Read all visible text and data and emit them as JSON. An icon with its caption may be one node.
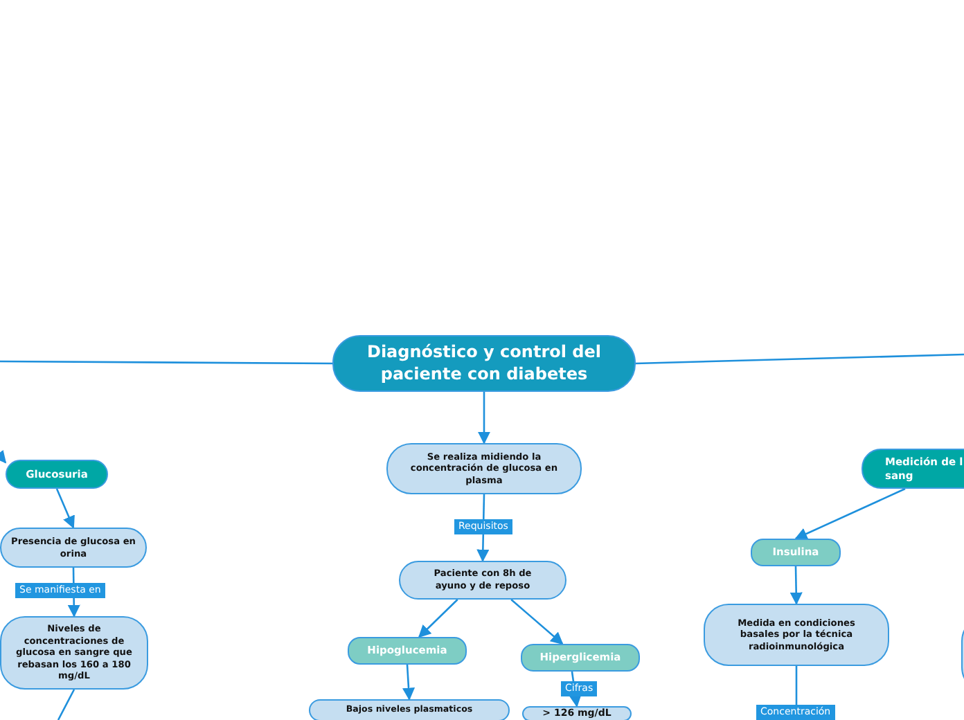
{
  "diagram": {
    "nodes": [
      {
        "text": [
          "Diagnóstico y control del paciente con diabetes"
        ]
      },
      {
        "text": [
          "Glucosuria"
        ]
      },
      {
        "text": [
          "Presencia de glucosa en orina"
        ]
      },
      {
        "text": [
          "Niveles de concentraciones de glucosa en sangre que rebasan los 160 a 180 mg/dL"
        ]
      },
      {
        "text": [
          "Se realiza midiendo la concentración de glucosa en plasma"
        ]
      },
      {
        "text": [
          "Paciente con 8h de ayuno y de reposo"
        ]
      },
      {
        "text": [
          "Hipoglucemia"
        ]
      },
      {
        "text": [
          "Hiperglicemia"
        ]
      },
      {
        "text": [
          "Bajos niveles plasmaticos"
        ]
      },
      {
        "text": [
          "> 126 mg/dL"
        ]
      },
      {
        "text": [
          "Medición de l sang"
        ]
      },
      {
        "text": [
          "Insulina"
        ]
      },
      {
        "text": [
          "Medida en condiciones basales por la técnica radioinmunológica"
        ]
      },
      {
        "text": [],
        "shape": "box"
      }
    ],
    "edges": [
      {
        "from": 0,
        "to": null,
        "arrow": "none"
      },
      {
        "from": 0,
        "to": null,
        "arrow": "none"
      },
      {
        "from": null,
        "to": 1,
        "arrow": "to"
      },
      {
        "from": 1,
        "to": 2,
        "arrow": "to"
      },
      {
        "from": 2,
        "to": 3,
        "arrow": "to",
        "label": "Se manifiesta en"
      },
      {
        "from": 3,
        "to": null,
        "arrow": "none"
      },
      {
        "from": 0,
        "to": 4,
        "arrow": "to"
      },
      {
        "from": 4,
        "to": 5,
        "arrow": "to",
        "label": "Requisitos"
      },
      {
        "from": 5,
        "to": 6,
        "arrow": "to"
      },
      {
        "from": 5,
        "to": 7,
        "arrow": "to"
      },
      {
        "from": 6,
        "to": 8,
        "arrow": "to"
      },
      {
        "from": 7,
        "to": 9,
        "arrow": "to",
        "label": "Cifras"
      },
      {
        "from": 10,
        "to": 11,
        "arrow": "to"
      },
      {
        "from": 11,
        "to": 12,
        "arrow": "to"
      },
      {
        "from": 12,
        "to": null,
        "arrow": "none",
        "label": "Concentración"
      }
    ]
  }
}
